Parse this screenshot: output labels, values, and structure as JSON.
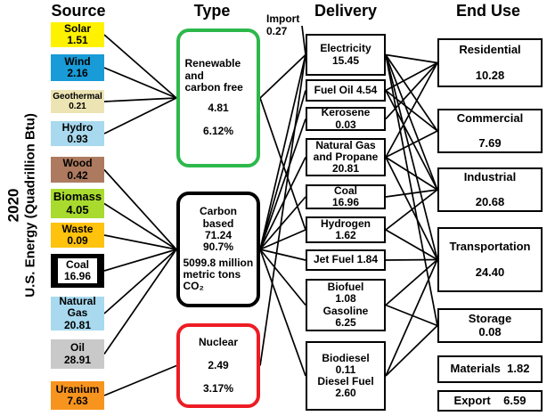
{
  "headers": {
    "source": "Source",
    "type": "Type",
    "delivery": "Delivery",
    "end_use": "End Use"
  },
  "vertical_axis": {
    "year": "2020",
    "label": "U.S. Energy (Quadrillion Btu)"
  },
  "colors": {
    "line": "#000000",
    "renewable_border": "#2DB84B",
    "carbon_border": "#000000",
    "nuclear_border": "#ED1C24"
  },
  "nodes": [
    {
      "id": "solar",
      "group": "sources",
      "name": "source-solar",
      "text": "Solar\n1.51",
      "bg": "#FFF200"
    },
    {
      "id": "wind",
      "group": "sources",
      "name": "source-wind",
      "text": "Wind\n2.16",
      "bg": "#199BD7"
    },
    {
      "id": "geothermal",
      "group": "sources",
      "name": "source-geothermal",
      "text": "Geothermal\n0.21",
      "bg": "#EDE4B4"
    },
    {
      "id": "hydro",
      "group": "sources",
      "name": "source-hydro",
      "text": "Hydro\n0.93",
      "bg": "#A8D9EE"
    },
    {
      "id": "wood",
      "group": "sources",
      "name": "source-wood",
      "text": "Wood\n0.42",
      "bg": "#AD7A5F"
    },
    {
      "id": "biomass",
      "group": "sources",
      "name": "source-biomass",
      "text": "Biomass\n4.05",
      "bg": "#A8DB2E"
    },
    {
      "id": "waste",
      "group": "sources",
      "name": "source-waste",
      "text": "Waste\n0.09",
      "bg": "#FFC20D"
    },
    {
      "id": "coal",
      "group": "sources",
      "name": "source-coal",
      "text": "Coal\n16.96",
      "bg": "#000000"
    },
    {
      "id": "natgas",
      "group": "sources",
      "name": "source-natural-gas",
      "text": "Natural\nGas\n20.81",
      "bg": "#A8D9EE"
    },
    {
      "id": "oil",
      "group": "sources",
      "name": "source-oil",
      "text": "Oil\n28.91",
      "bg": "#C9C9C9"
    },
    {
      "id": "uranium",
      "group": "sources",
      "name": "source-uranium",
      "text": "Uranium\n7.63",
      "bg": "#F7941E"
    },
    {
      "id": "renewable",
      "group": "types",
      "name": "type-renewable-carbon-free",
      "text": "Renewable\nand\ncarbon free",
      "text2": "4.81\n\n6.12%"
    },
    {
      "id": "carbon",
      "group": "types",
      "name": "type-carbon-based",
      "text": "Carbon\nbased\n71.24\n90.7%",
      "note": "5099.8 million\nmetric tons\nCO₂"
    },
    {
      "id": "nuclear",
      "group": "types",
      "name": "type-nuclear",
      "text": "Nuclear\n\n2.49\n\n3.17%"
    },
    {
      "id": "import",
      "group": "labels",
      "name": "import-label",
      "text": "Import\n0.27"
    },
    {
      "id": "electricity",
      "group": "delivery",
      "name": "delivery-electricity",
      "text": "Electricity\n15.45"
    },
    {
      "id": "fueloil",
      "group": "delivery",
      "name": "delivery-fuel-oil",
      "text": "Fuel Oil 4.54"
    },
    {
      "id": "kerosene",
      "group": "delivery",
      "name": "delivery-kerosene",
      "text": "Kerosene\n0.03"
    },
    {
      "id": "ngpropane",
      "group": "delivery",
      "name": "delivery-natural-gas-propane",
      "text": "Natural Gas\nand Propane\n20.81"
    },
    {
      "id": "dcoal",
      "group": "delivery",
      "name": "delivery-coal",
      "text": "Coal\n16.96"
    },
    {
      "id": "hydrogen",
      "group": "delivery",
      "name": "delivery-hydrogen",
      "text": "Hydrogen\n1.62"
    },
    {
      "id": "jetfuel",
      "group": "delivery",
      "name": "delivery-jet-fuel",
      "text": "Jet Fuel 1.84"
    },
    {
      "id": "biofuel",
      "group": "delivery",
      "name": "delivery-biofuel-gasoline",
      "text": "Biofuel\n1.08\nGasoline\n6.25"
    },
    {
      "id": "biodiesel",
      "group": "delivery",
      "name": "delivery-biodiesel-diesel",
      "text": "Biodiesel\n0.11\nDiesel Fuel\n2.60"
    },
    {
      "id": "residential",
      "group": "enduse",
      "name": "enduse-residential",
      "text": "Residential\n\n10.28"
    },
    {
      "id": "commercial",
      "group": "enduse",
      "name": "enduse-commercial",
      "text": "Commercial\n\n7.69"
    },
    {
      "id": "industrial",
      "group": "enduse",
      "name": "enduse-industrial",
      "text": "Industrial\n\n20.68"
    },
    {
      "id": "transportation",
      "group": "enduse",
      "name": "enduse-transportation",
      "text": "Transportation\n\n24.40"
    },
    {
      "id": "storage",
      "group": "enduse",
      "name": "enduse-storage",
      "text": "Storage\n0.08"
    },
    {
      "id": "materials",
      "group": "enduse",
      "name": "enduse-materials",
      "text": "Materials  1.82"
    },
    {
      "id": "export",
      "group": "enduse",
      "name": "enduse-export",
      "text": "Export    6.59"
    }
  ],
  "edges": [
    [
      "solar",
      "renewable"
    ],
    [
      "wind",
      "renewable"
    ],
    [
      "geothermal",
      "renewable"
    ],
    [
      "hydro",
      "renewable"
    ],
    [
      "wood",
      "carbon"
    ],
    [
      "biomass",
      "carbon"
    ],
    [
      "waste",
      "carbon"
    ],
    [
      "coal",
      "carbon"
    ],
    [
      "natgas",
      "carbon"
    ],
    [
      "oil",
      "carbon"
    ],
    [
      "uranium",
      "nuclear"
    ],
    [
      "import",
      "electricity"
    ],
    [
      "renewable",
      "electricity"
    ],
    [
      "renewable",
      "hydrogen"
    ],
    [
      "nuclear",
      "electricity"
    ],
    [
      "carbon",
      "electricity"
    ],
    [
      "carbon",
      "fueloil"
    ],
    [
      "carbon",
      "kerosene"
    ],
    [
      "carbon",
      "ngpropane"
    ],
    [
      "carbon",
      "dcoal"
    ],
    [
      "carbon",
      "hydrogen"
    ],
    [
      "carbon",
      "jetfuel"
    ],
    [
      "carbon",
      "biofuel"
    ],
    [
      "carbon",
      "biodiesel"
    ],
    [
      "electricity",
      "residential"
    ],
    [
      "electricity",
      "commercial"
    ],
    [
      "electricity",
      "industrial"
    ],
    [
      "electricity",
      "transportation"
    ],
    [
      "electricity",
      "storage"
    ],
    [
      "fueloil",
      "residential"
    ],
    [
      "fueloil",
      "commercial"
    ],
    [
      "fueloil",
      "industrial"
    ],
    [
      "kerosene",
      "residential"
    ],
    [
      "ngpropane",
      "residential"
    ],
    [
      "ngpropane",
      "commercial"
    ],
    [
      "ngpropane",
      "industrial"
    ],
    [
      "ngpropane",
      "transportation"
    ],
    [
      "dcoal",
      "industrial"
    ],
    [
      "hydrogen",
      "industrial"
    ],
    [
      "hydrogen",
      "transportation"
    ],
    [
      "jetfuel",
      "transportation"
    ],
    [
      "biofuel",
      "transportation"
    ],
    [
      "biofuel",
      "storage"
    ],
    [
      "biodiesel",
      "transportation"
    ],
    [
      "biodiesel",
      "storage"
    ]
  ]
}
